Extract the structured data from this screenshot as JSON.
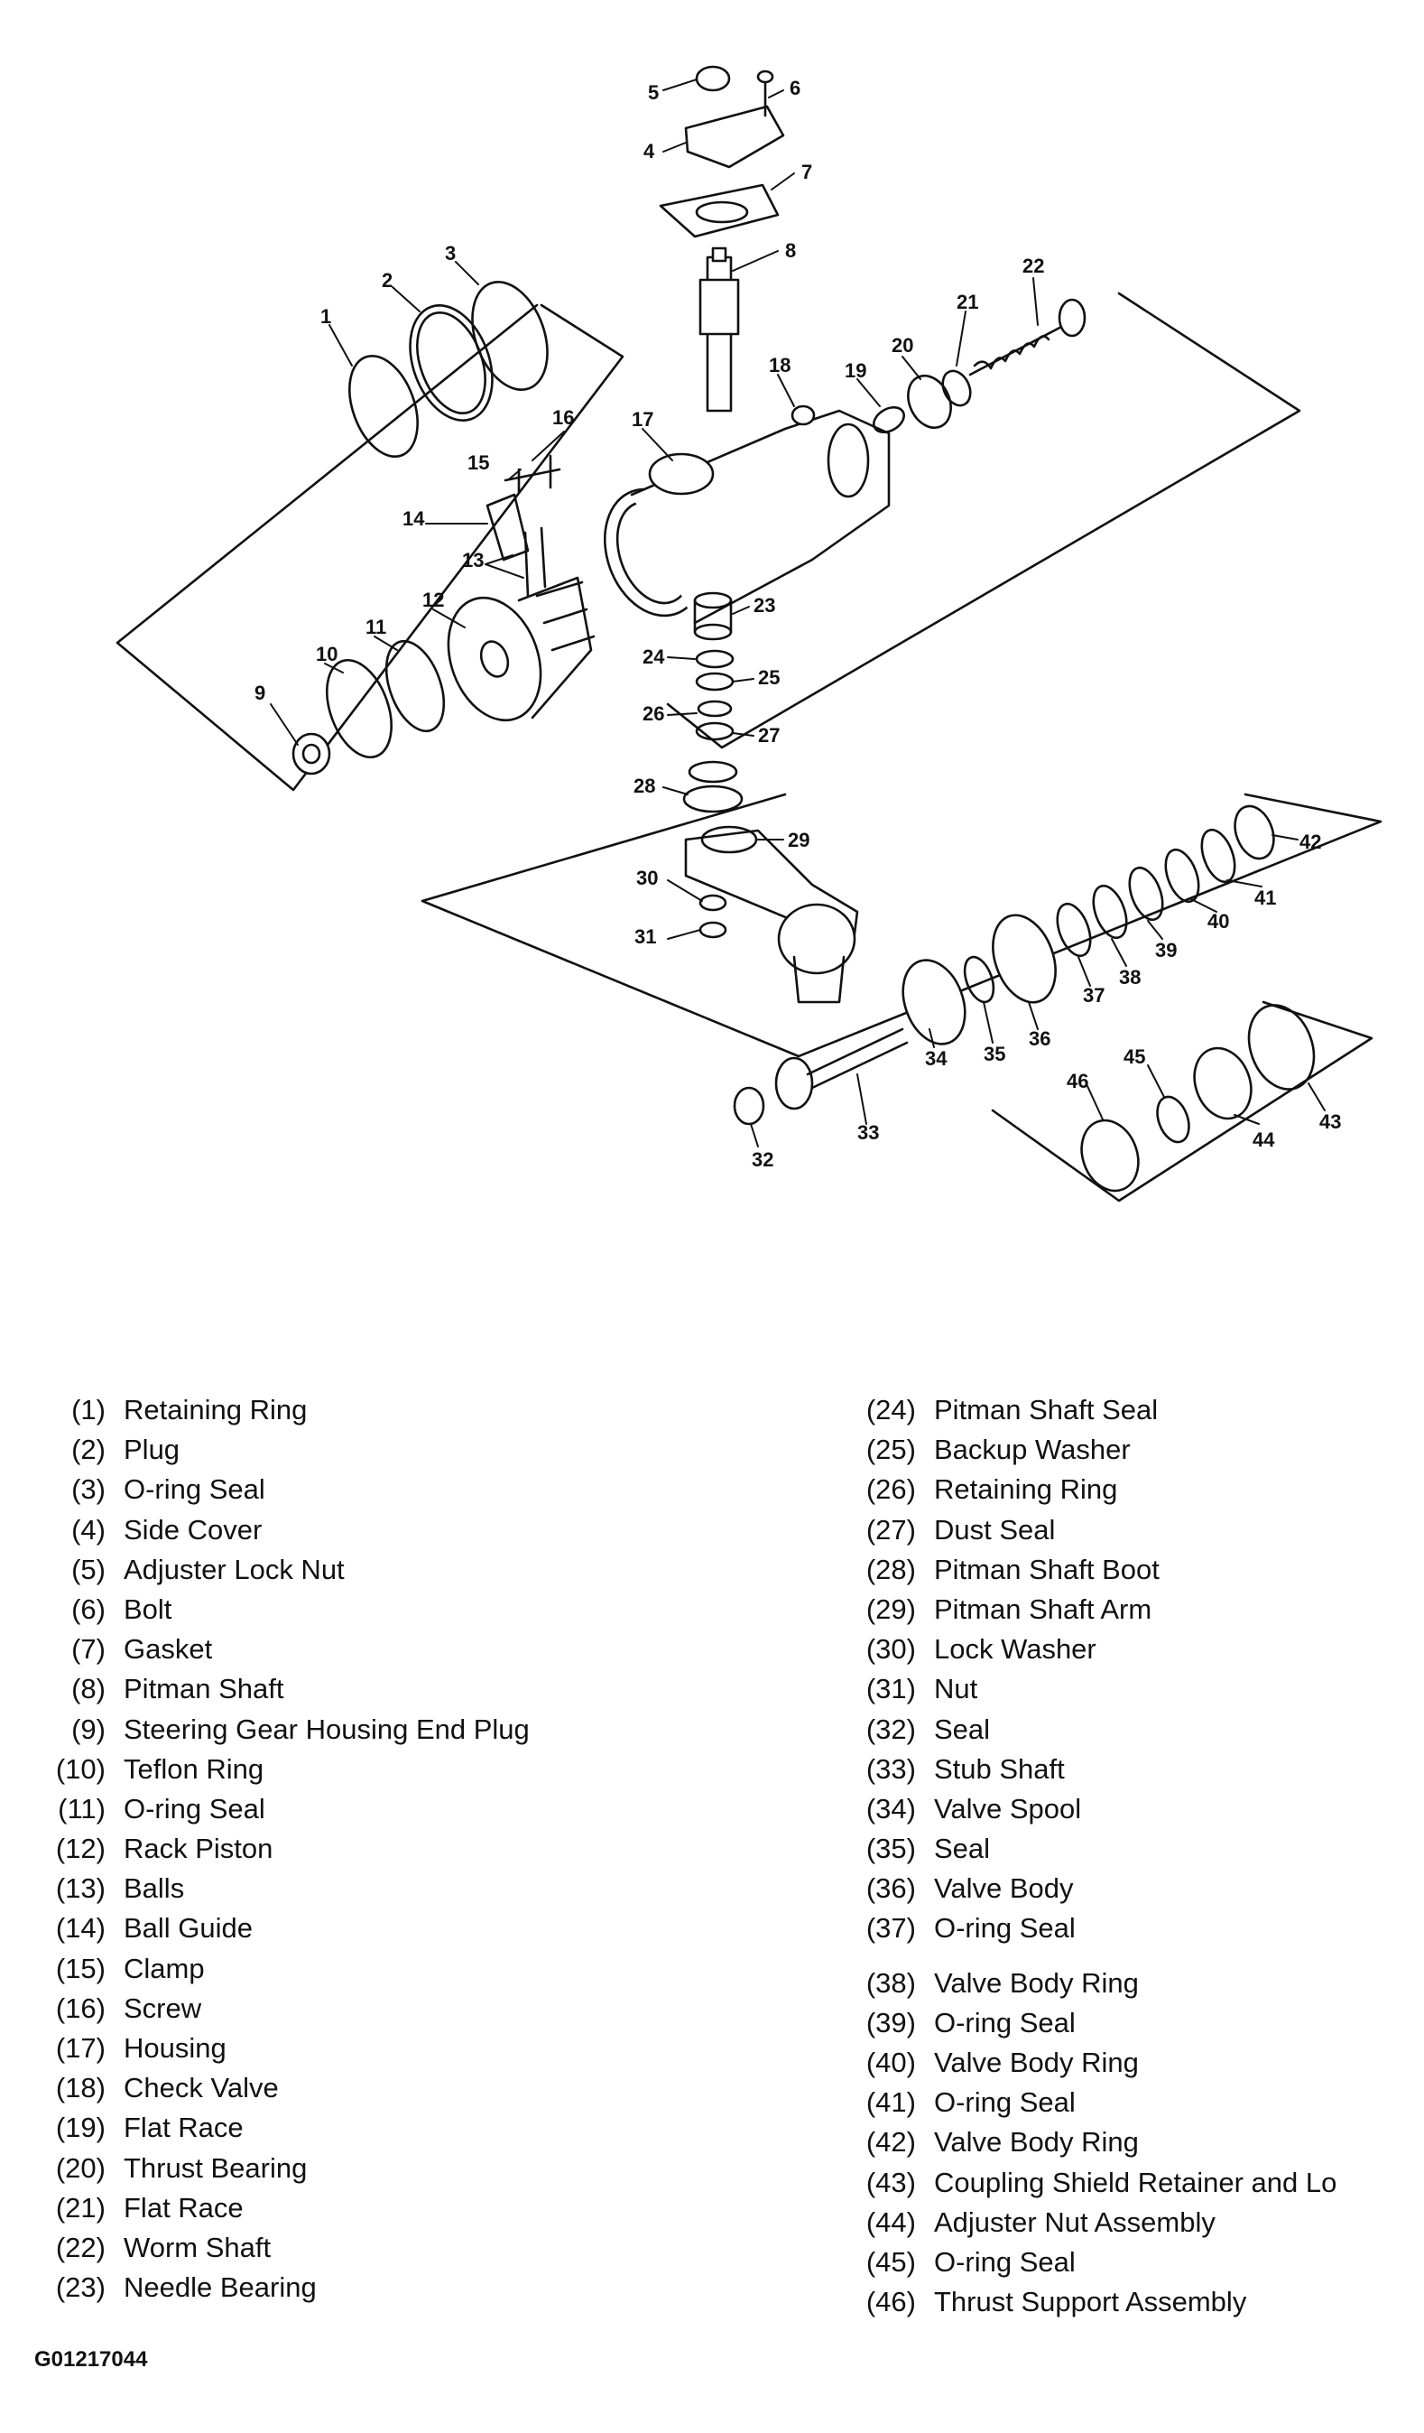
{
  "figure_code": "G01217044",
  "callouts": [
    "1",
    "2",
    "3",
    "4",
    "5",
    "6",
    "7",
    "8",
    "9",
    "10",
    "11",
    "12",
    "13",
    "14",
    "15",
    "16",
    "17",
    "18",
    "19",
    "20",
    "21",
    "22",
    "23",
    "24",
    "25",
    "26",
    "27",
    "28",
    "29",
    "30",
    "31",
    "32",
    "33",
    "34",
    "35",
    "36",
    "37",
    "38",
    "39",
    "40",
    "41",
    "42",
    "43",
    "44",
    "45",
    "46"
  ],
  "legend": [
    {
      "num": "(1)",
      "label": "Retaining Ring"
    },
    {
      "num": "(2)",
      "label": "Plug"
    },
    {
      "num": "(3)",
      "label": "O-ring Seal"
    },
    {
      "num": "(4)",
      "label": "Side Cover"
    },
    {
      "num": "(5)",
      "label": "Adjuster Lock Nut"
    },
    {
      "num": "(6)",
      "label": "Bolt"
    },
    {
      "num": "(7)",
      "label": "Gasket"
    },
    {
      "num": "(8)",
      "label": "Pitman Shaft"
    },
    {
      "num": "(9)",
      "label": "Steering Gear Housing End Plug"
    },
    {
      "num": "(10)",
      "label": "Teflon Ring"
    },
    {
      "num": "(11)",
      "label": "O-ring Seal"
    },
    {
      "num": "(12)",
      "label": "Rack Piston"
    },
    {
      "num": "(13)",
      "label": "Balls"
    },
    {
      "num": "(14)",
      "label": "Ball Guide"
    },
    {
      "num": "(15)",
      "label": "Clamp"
    },
    {
      "num": "(16)",
      "label": "Screw"
    },
    {
      "num": "(17)",
      "label": "Housing"
    },
    {
      "num": "(18)",
      "label": "Check Valve"
    },
    {
      "num": "(19)",
      "label": "Flat Race"
    },
    {
      "num": "(20)",
      "label": "Thrust Bearing"
    },
    {
      "num": "(21)",
      "label": "Flat Race"
    },
    {
      "num": "(22)",
      "label": "Worm Shaft"
    },
    {
      "num": "(23)",
      "label": "Needle Bearing"
    },
    {
      "num": "(24)",
      "label": "Pitman Shaft Seal"
    },
    {
      "num": "(25)",
      "label": "Backup Washer"
    },
    {
      "num": "(26)",
      "label": "Retaining Ring"
    },
    {
      "num": "(27)",
      "label": "Dust Seal"
    },
    {
      "num": "(28)",
      "label": "Pitman Shaft Boot"
    },
    {
      "num": "(29)",
      "label": "Pitman Shaft Arm"
    },
    {
      "num": "(30)",
      "label": "Lock Washer"
    },
    {
      "num": "(31)",
      "label": "Nut"
    },
    {
      "num": "(32)",
      "label": "Seal"
    },
    {
      "num": "(33)",
      "label": "Stub Shaft"
    },
    {
      "num": "(34)",
      "label": "Valve Spool"
    },
    {
      "num": "(35)",
      "label": "Seal"
    },
    {
      "num": "(36)",
      "label": "Valve Body"
    },
    {
      "num": "(37)",
      "label": "O-ring Seal"
    },
    {
      "num": "(38)",
      "label": "Valve Body Ring"
    },
    {
      "num": "(39)",
      "label": "O-ring Seal"
    },
    {
      "num": "(40)",
      "label": "Valve Body Ring"
    },
    {
      "num": "(41)",
      "label": "O-ring Seal"
    },
    {
      "num": "(42)",
      "label": "Valve Body Ring"
    },
    {
      "num": "(43)",
      "label": "Coupling Shield Retainer and Lo"
    },
    {
      "num": "(44)",
      "label": "Adjuster Nut Assembly"
    },
    {
      "num": "(45)",
      "label": "O-ring Seal"
    },
    {
      "num": "(46)",
      "label": "Thrust Support Assembly"
    }
  ]
}
